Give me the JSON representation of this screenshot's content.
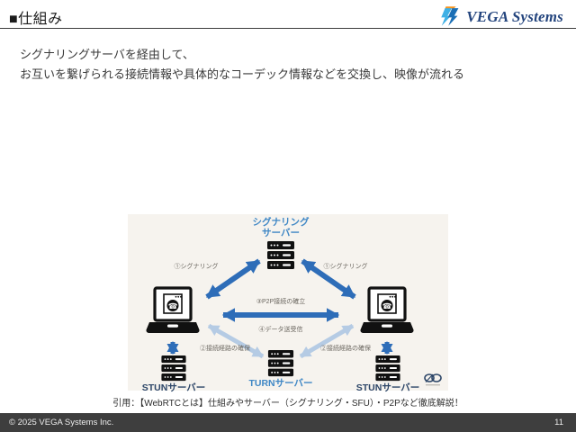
{
  "slide": {
    "title": "■仕組み",
    "logo_text": "VEGA Systems",
    "body": {
      "line1": "シグナリングサーバを経由して、",
      "line2": "お互いを繋げられる接続情報や具体的なコーデック情報などを交換し、映像が流れる"
    },
    "caption": "引用：【WebRTCとは】仕組みやサーバー（シグナリング・SFU）・P2Pなど徹底解説！",
    "footer": {
      "copyright": "© 2025 VEGA Systems Inc.",
      "page": "11"
    }
  },
  "diagram": {
    "signaling_server": {
      "line1": "シグナリング",
      "line2": "サーバー"
    },
    "turn_server": "TURNサーバー",
    "stun_server_left": "STUNサーバー",
    "stun_server_right": "STUNサーバー",
    "arrow_labels": {
      "signaling_left": "①シグナリング",
      "signaling_right": "①シグナリング",
      "p2p_establish": "③P2P接続の確立",
      "data_transfer": "④データ送受信",
      "route_left": "②接続経路の確保",
      "route_right": "②接続経路の確保"
    },
    "colors": {
      "background": "#f6f3ee",
      "arrow_primary": "#2e6db8",
      "arrow_secondary": "#b5cbe4",
      "server_label_blue": "#3f87c5",
      "server_label_navy": "#2d4668"
    }
  }
}
